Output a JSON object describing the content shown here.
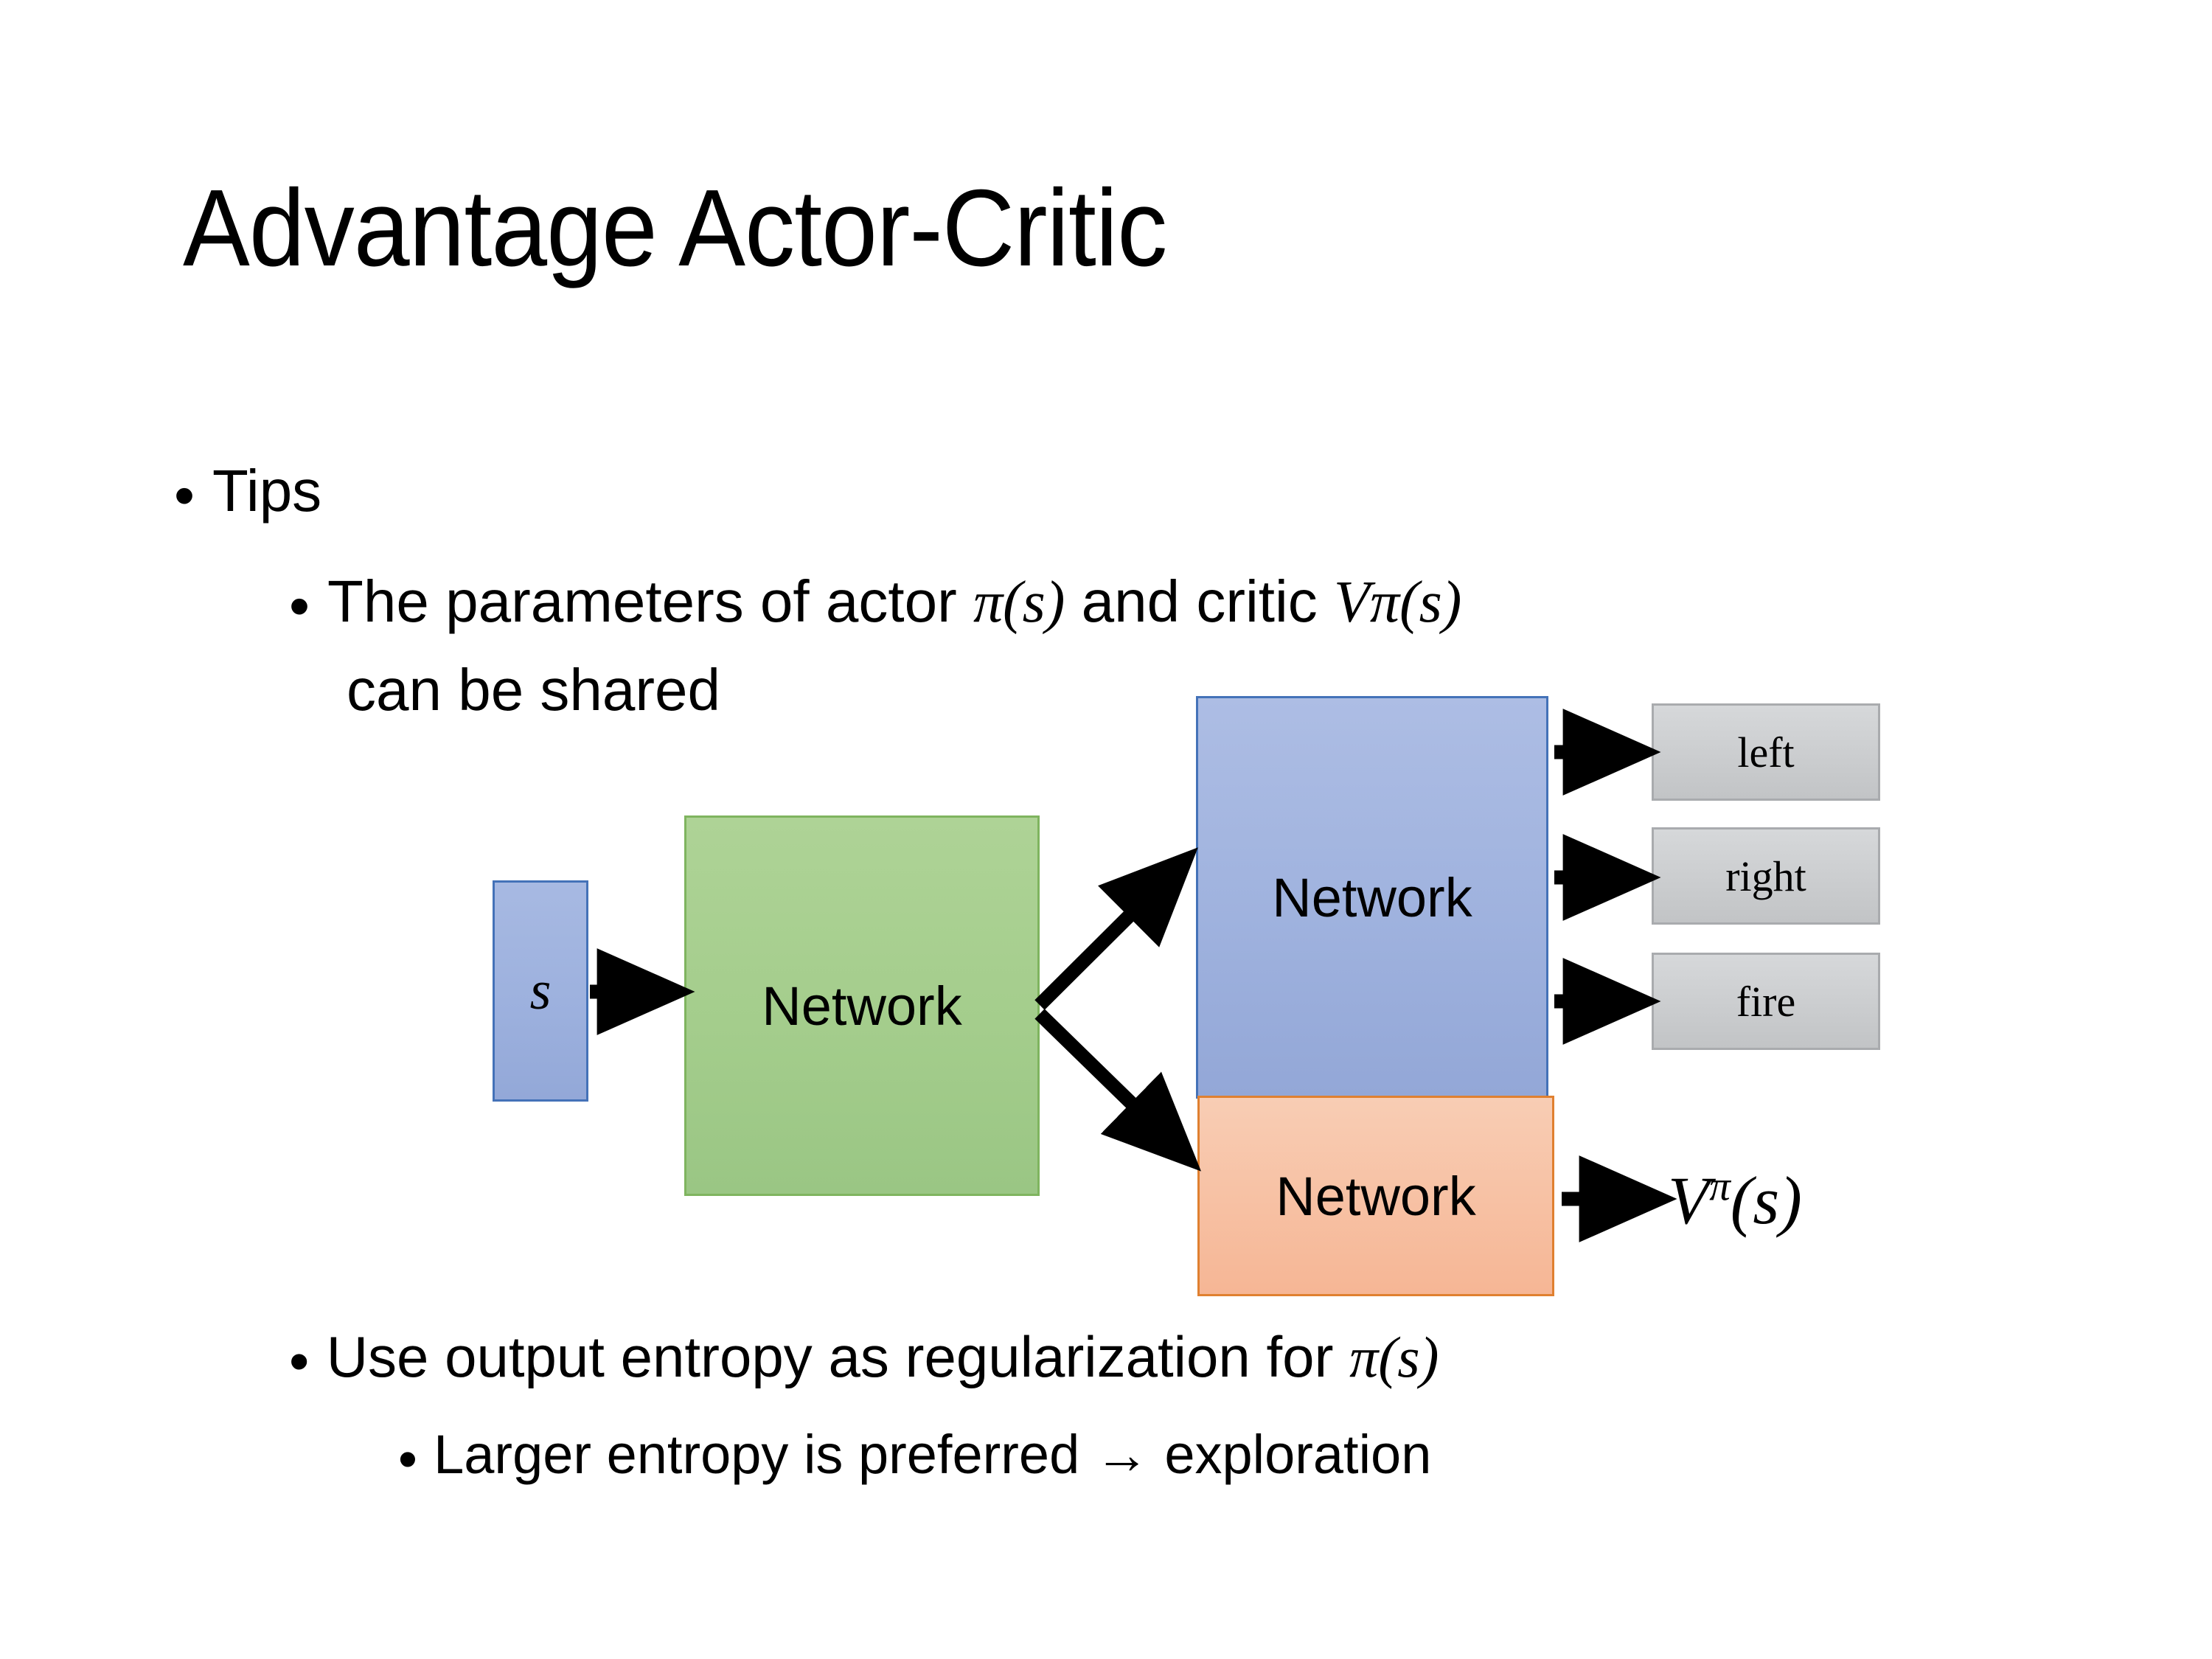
{
  "slide": {
    "title": "Advantage Actor-Critic",
    "background_color": "#FFFFFF"
  },
  "bullets": [
    {
      "level": 1,
      "bullet_glyph": "•",
      "text": "Tips"
    },
    {
      "level": 2,
      "bullet_glyph": "•",
      "text_prefix": "The parameters of actor ",
      "math_1": "π(s)",
      "text_middle": "  and critic ",
      "math_2_base": "V",
      "math_2_sup": "π",
      "math_2_arg": "(s)",
      "text_line2": "can be shared"
    },
    {
      "level": 2,
      "bullet_glyph": "•",
      "text_prefix": "Use output entropy as regularization for ",
      "math_1": "π(s)"
    },
    {
      "level": 3,
      "bullet_glyph": "•",
      "text": "Larger entropy is preferred → exploration"
    }
  ],
  "diagram": {
    "input_box": {
      "label": "s",
      "fill": "#9DB1DE",
      "border": "#4472B8"
    },
    "shared_network": {
      "label": "Network",
      "fill": "#A4CD8C",
      "border": "#7FB45F"
    },
    "actor_network": {
      "label": "Network",
      "fill": "#9FB2DE",
      "border": "#4472B8"
    },
    "critic_network": {
      "label": "Network",
      "fill": "#F6B695",
      "border": "#E08030"
    },
    "action_outputs": [
      {
        "label": "left",
        "fill": "#CDCFD1",
        "border": "#A9ABAE"
      },
      {
        "label": "right",
        "fill": "#CDCFD1",
        "border": "#A9ABAE"
      },
      {
        "label": "fire",
        "fill": "#CDCFD1",
        "border": "#A9ABAE"
      }
    ],
    "critic_output": {
      "base": "V",
      "sup": "π",
      "arg": "(s)"
    },
    "arrow_color": "#000000"
  }
}
